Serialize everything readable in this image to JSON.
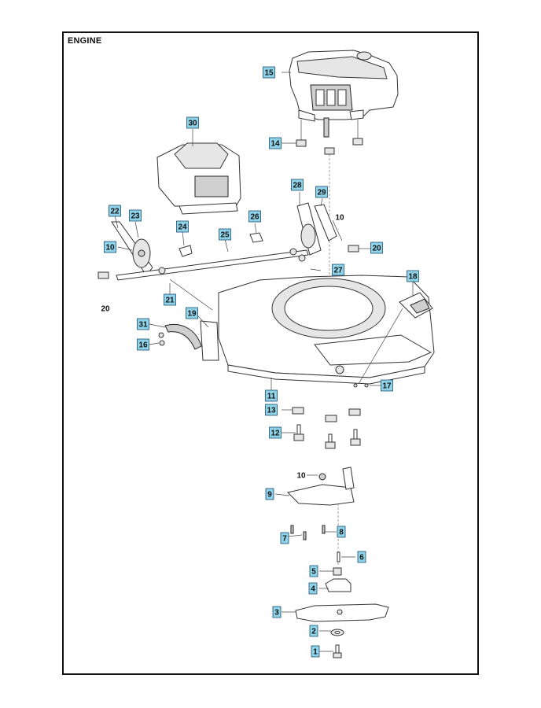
{
  "title": "ENGINE",
  "colors": {
    "callout_fill": "#8fd3e8",
    "callout_border": "#1b4f72",
    "line": "#333333"
  },
  "callouts": [
    {
      "id": "c15",
      "text": "15",
      "boxed": true
    },
    {
      "id": "c30",
      "text": "30",
      "boxed": true
    },
    {
      "id": "c14",
      "text": "14",
      "boxed": true
    },
    {
      "id": "c28",
      "text": "28",
      "boxed": true
    },
    {
      "id": "c29",
      "text": "29",
      "boxed": true
    },
    {
      "id": "c10a",
      "text": "10",
      "boxed": false
    },
    {
      "id": "c22",
      "text": "22",
      "boxed": true
    },
    {
      "id": "c23",
      "text": "23",
      "boxed": true
    },
    {
      "id": "c26",
      "text": "26",
      "boxed": true
    },
    {
      "id": "c24",
      "text": "24",
      "boxed": true
    },
    {
      "id": "c25",
      "text": "25",
      "boxed": true
    },
    {
      "id": "c10b",
      "text": "10",
      "boxed": true
    },
    {
      "id": "c20a",
      "text": "20",
      "boxed": true
    },
    {
      "id": "c27",
      "text": "27",
      "boxed": true
    },
    {
      "id": "c18",
      "text": "18",
      "boxed": true
    },
    {
      "id": "c20b",
      "text": "20",
      "boxed": false
    },
    {
      "id": "c21",
      "text": "21",
      "boxed": true
    },
    {
      "id": "c19",
      "text": "19",
      "boxed": true
    },
    {
      "id": "c31",
      "text": "31",
      "boxed": true
    },
    {
      "id": "c16",
      "text": "16",
      "boxed": true
    },
    {
      "id": "c17",
      "text": "17",
      "boxed": true
    },
    {
      "id": "c11",
      "text": "11",
      "boxed": true
    },
    {
      "id": "c13",
      "text": "13",
      "boxed": true
    },
    {
      "id": "c12",
      "text": "12",
      "boxed": true
    },
    {
      "id": "c10c",
      "text": "10",
      "boxed": false
    },
    {
      "id": "c9",
      "text": "9",
      "boxed": true
    },
    {
      "id": "c8",
      "text": "8",
      "boxed": true
    },
    {
      "id": "c7",
      "text": "7",
      "boxed": true
    },
    {
      "id": "c6",
      "text": "6",
      "boxed": true
    },
    {
      "id": "c5",
      "text": "5",
      "boxed": true
    },
    {
      "id": "c4",
      "text": "4",
      "boxed": true
    },
    {
      "id": "c3",
      "text": "3",
      "boxed": true
    },
    {
      "id": "c2",
      "text": "2",
      "boxed": true
    },
    {
      "id": "c1",
      "text": "1",
      "boxed": true
    }
  ]
}
